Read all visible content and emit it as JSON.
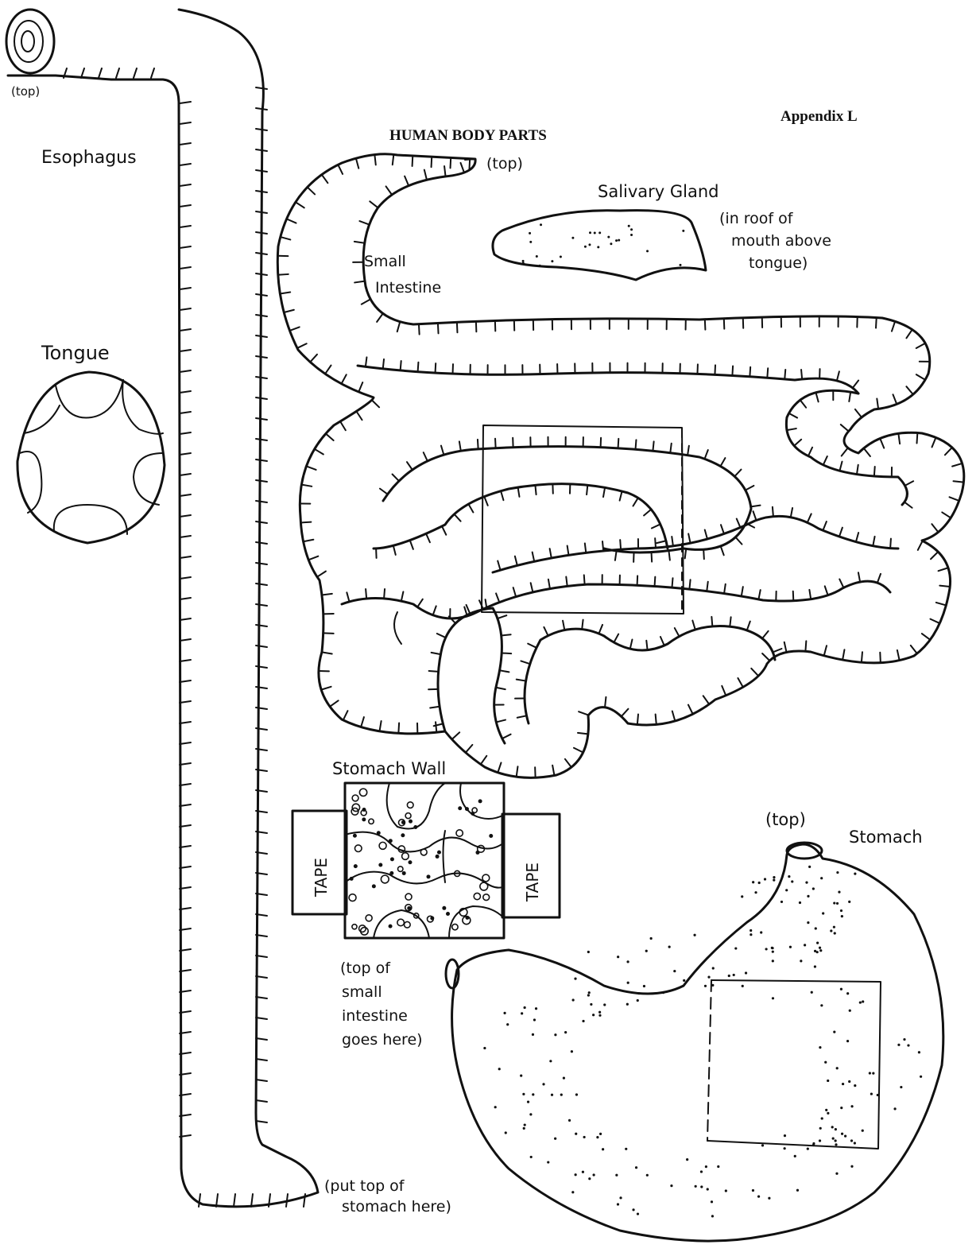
{
  "header": {
    "appendix": "Appendix L",
    "title": "HUMAN BODY PARTS"
  },
  "labels": {
    "esophagus_top": "(top)",
    "esophagus": "Esophagus",
    "tongue": "Tongue",
    "small_intestine_top": "(top)",
    "small_intestine_line1": "Small",
    "small_intestine_line2": "Intestine",
    "salivary_gland": "Salivary Gland",
    "salivary_note_line1": "(in roof of",
    "salivary_note_line2": "mouth above",
    "salivary_note_line3": "tongue)",
    "stomach_wall": "Stomach Wall",
    "tape_left": "TAPE",
    "tape_right": "TAPE",
    "small_int_note_line1": "(top of",
    "small_int_note_line2": "small",
    "small_int_note_line3": "intestine",
    "small_int_note_line4": "goes here)",
    "stomach_top": "(top)",
    "stomach": "Stomach",
    "stomach_note_line1": "(put top of",
    "stomach_note_line2": "stomach here)"
  }
}
